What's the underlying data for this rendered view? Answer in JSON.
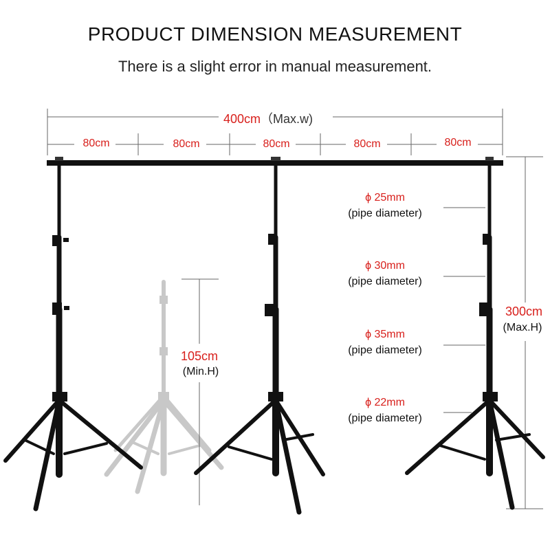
{
  "header": {
    "title": "PRODUCT DIMENSION MEASUREMENT",
    "subtitle": "There is a slight error in manual measurement."
  },
  "width": {
    "total_value": "400cm",
    "total_note": "（Max.w)",
    "segments": [
      "80cm",
      "80cm",
      "80cm",
      "80cm",
      "80cm"
    ]
  },
  "height": {
    "max_value": "300cm",
    "max_note": "(Max.H)",
    "min_value": "105cm",
    "min_note": "(Min.H)"
  },
  "pipes": [
    {
      "diameter": "ϕ 25mm",
      "note": "(pipe diameter)"
    },
    {
      "diameter": "ϕ 30mm",
      "note": "(pipe diameter)"
    },
    {
      "diameter": "ϕ 35mm",
      "note": "(pipe diameter)"
    },
    {
      "diameter": "ϕ 22mm",
      "note": "(pipe diameter)"
    }
  ],
  "colors": {
    "accent": "#d8201c",
    "stand": "#111111",
    "ghost_stand": "#c8c8c8",
    "dimension_line": "#666666"
  }
}
